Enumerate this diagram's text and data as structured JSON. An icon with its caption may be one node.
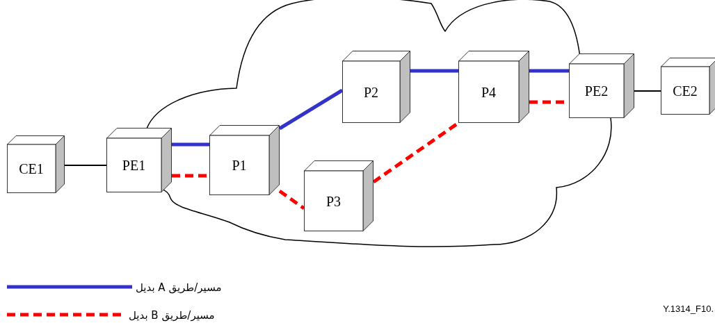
{
  "diagram": {
    "nodes": [
      {
        "text": [
          "CE1"
        ]
      },
      {
        "text": [
          "PE1"
        ]
      },
      {
        "text": [
          "P1"
        ]
      },
      {
        "text": [
          "P2"
        ]
      },
      {
        "text": [
          "P3"
        ]
      },
      {
        "text": [
          "P4"
        ]
      },
      {
        "text": [
          "PE2"
        ]
      },
      {
        "text": [
          "CE2"
        ]
      }
    ],
    "edges": [
      {
        "from": 0,
        "to": 1,
        "arrow": "none",
        "color": "#000000"
      },
      {
        "from": 1,
        "to": 2,
        "arrow": "none",
        "color": "#3333cc"
      },
      {
        "from": 1,
        "to": 2,
        "arrow": "none",
        "style": "dashed",
        "color": "#ff0000"
      },
      {
        "from": 2,
        "to": 3,
        "arrow": "none",
        "color": "#3333cc"
      },
      {
        "from": 2,
        "to": 4,
        "arrow": "none",
        "style": "dashed",
        "color": "#ff0000"
      },
      {
        "from": 3,
        "to": 5,
        "arrow": "none",
        "color": "#3333cc"
      },
      {
        "from": 4,
        "to": 5,
        "arrow": "none",
        "style": "dashed",
        "color": "#ff0000"
      },
      {
        "from": 5,
        "to": 6,
        "arrow": "none",
        "color": "#3333cc"
      },
      {
        "from": 5,
        "to": 6,
        "arrow": "none",
        "style": "dashed",
        "color": "#ff0000"
      },
      {
        "from": 6,
        "to": 7,
        "arrow": "none",
        "color": "#000000"
      }
    ],
    "labels": [
      "Y.1314_F10."
    ],
    "legend": [
      {
        "text": "مسير/طريق A بديل"
      },
      {
        "text": "مسير/طريق B بديل"
      }
    ]
  }
}
